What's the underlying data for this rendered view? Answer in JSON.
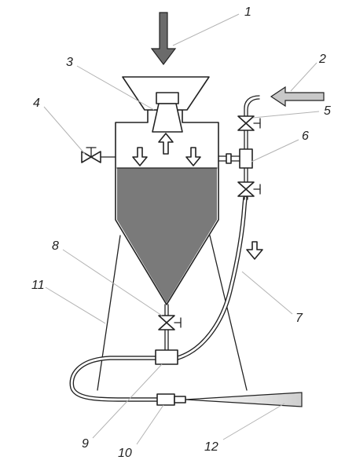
{
  "labels": {
    "l1": "1",
    "l2": "2",
    "l3": "3",
    "l4": "4",
    "l5": "5",
    "l6": "6",
    "l7": "7",
    "l8": "8",
    "l9": "9",
    "l10": "10",
    "l11": "11",
    "l12": "12"
  },
  "colors": {
    "material_fill": "#7a7a7a",
    "arrow_dark": "#6b6b6b",
    "arrow_light": "#c8c8c8",
    "outline": "#222222",
    "leader": "#b3b3b3"
  }
}
